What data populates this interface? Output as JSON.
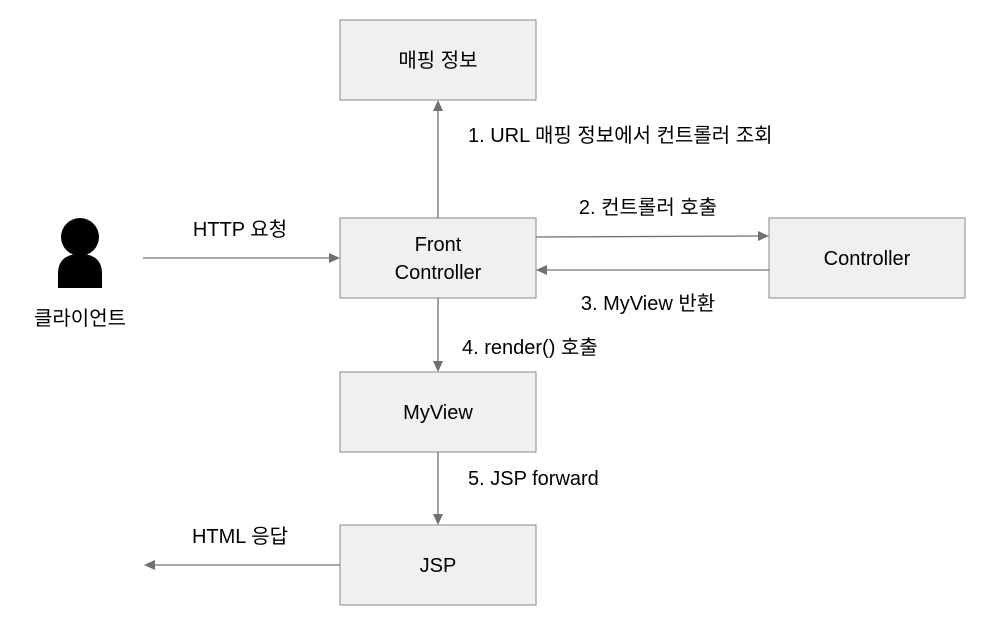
{
  "nodes": {
    "mapping_info": {
      "label": "매핑 정보"
    },
    "front_controller": {
      "label_line1": "Front",
      "label_line2": "Controller"
    },
    "controller": {
      "label": "Controller"
    },
    "myview": {
      "label": "MyView"
    },
    "jsp": {
      "label": "JSP"
    }
  },
  "actor": {
    "label": "클라이언트",
    "icon": "person-icon"
  },
  "edges": {
    "http_request": "HTTP 요청",
    "lookup_controller": "1. URL 매핑 정보에서 컨트롤러 조회",
    "call_controller": "2. 컨트롤러 호출",
    "return_myview": "3. MyView 반환",
    "call_render": "4. render() 호출",
    "jsp_forward": "5. JSP forward",
    "html_response": "HTML 응답"
  },
  "colors": {
    "box_fill": "#f0f0f0",
    "box_border": "#8a8a8a",
    "arrow": "#707070",
    "text": "#000000"
  }
}
